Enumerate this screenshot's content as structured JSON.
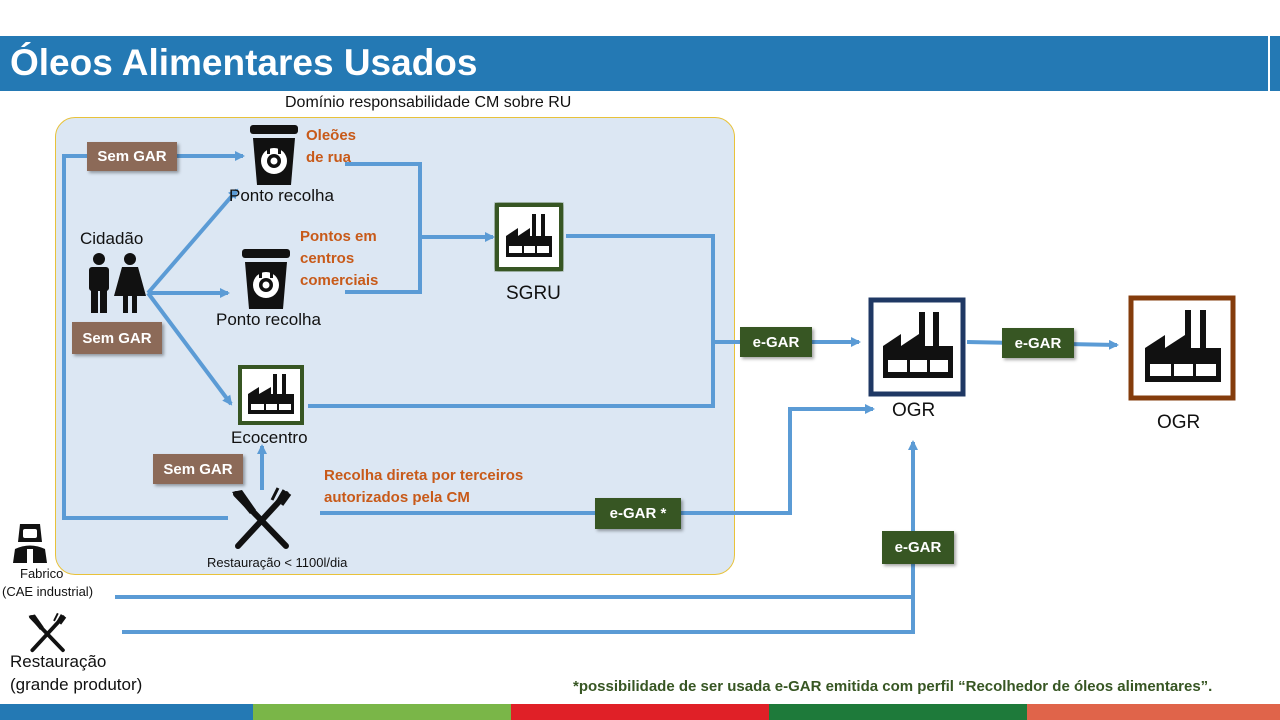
{
  "header": {
    "title": "Óleos Alimentares Usados"
  },
  "domain": {
    "title": "Domínio responsabilidade  CM sobre RU"
  },
  "nodes": {
    "cidadao": "Cidadão",
    "ponto_recolha_1": "Ponto recolha",
    "ponto_recolha_2": "Ponto recolha",
    "sgru": "SGRU",
    "ecocentro": "Ecocentro",
    "restauracao_small": "Restauração < 1100l/dia",
    "ogr_1": "OGR",
    "ogr_2": "OGR",
    "fabrico_line1": "Fabrico",
    "fabrico_line2": "(CAE industrial)",
    "restauracao_big_line1": "Restauração",
    "restauracao_big_line2": "(grande produtor)"
  },
  "annotations": {
    "oleoes_line1": "Oleões",
    "oleoes_line2": "de rua",
    "pontos_line1": "Pontos em",
    "pontos_line2": "centros",
    "pontos_line3": "comerciais",
    "recolha_line1": "Recolha direta por terceiros",
    "recolha_line2": "autorizados pela CM"
  },
  "tags": {
    "sem_gar_1": "Sem GAR",
    "sem_gar_2": "Sem GAR",
    "sem_gar_3": "Sem GAR",
    "egar_1": "e-GAR",
    "egar_2": "e-GAR",
    "egar_star": "e-GAR *",
    "egar_3": "e-GAR"
  },
  "footer": {
    "note": "*possibilidade de ser usada e-GAR emitida com perfil “Recolhedor de óleos alimentares”."
  },
  "colors": {
    "header": "#2479b4",
    "arrow": "#5b9bd5",
    "tag_green": "#375623",
    "tag_brown": "#8c6a58",
    "annotation": "#c85a19",
    "bar": [
      "#2479b4",
      "#7ab648",
      "#e02027",
      "#1e7a3a",
      "#e0644a"
    ]
  },
  "icons": [
    "waste-bin-icon",
    "people-icon",
    "factory-icon",
    "cutlery-icon",
    "worker-icon"
  ]
}
